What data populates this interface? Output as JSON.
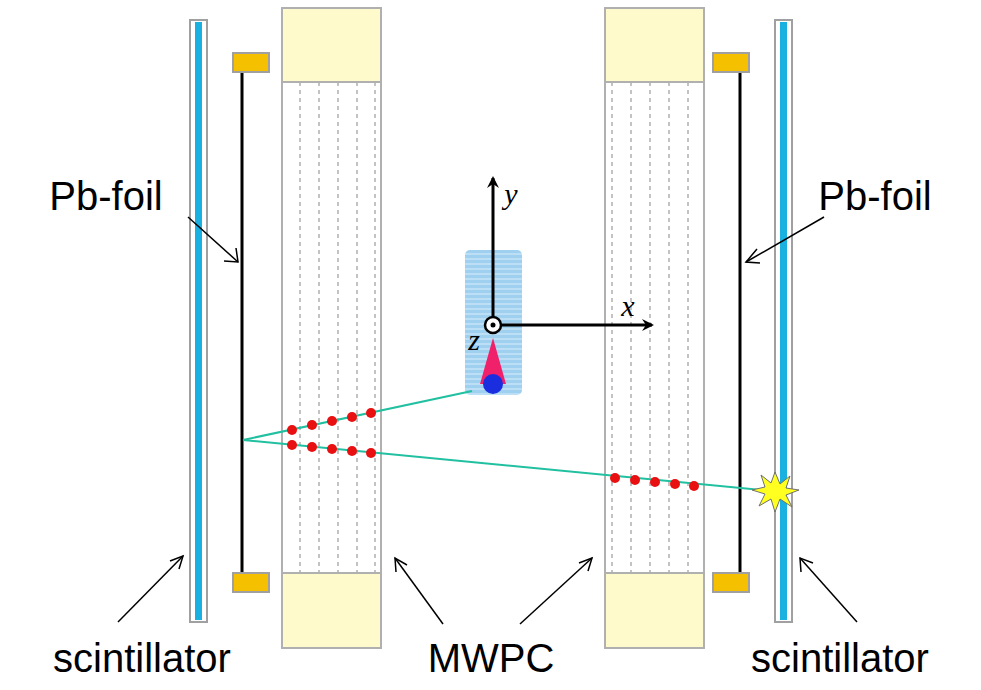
{
  "diagram": {
    "labels": [
      "Pb-foil",
      "Pb-foil",
      "scintillator",
      "MWPC",
      "scintillator",
      "y",
      "x",
      "z"
    ]
  }
}
